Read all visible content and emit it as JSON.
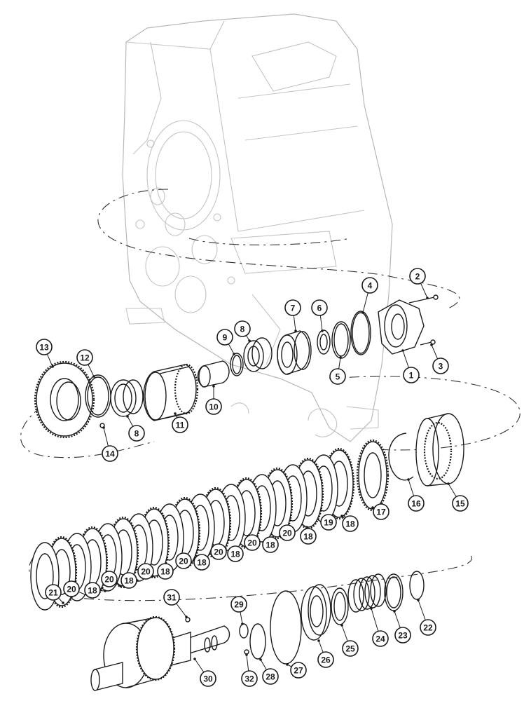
{
  "callouts": [
    {
      "id": "c1",
      "label": "1"
    },
    {
      "id": "c2",
      "label": "2"
    },
    {
      "id": "c3",
      "label": "3"
    },
    {
      "id": "c4",
      "label": "4"
    },
    {
      "id": "c5",
      "label": "5"
    },
    {
      "id": "c6",
      "label": "6"
    },
    {
      "id": "c7",
      "label": "7"
    },
    {
      "id": "c8a",
      "label": "8"
    },
    {
      "id": "c8b",
      "label": "8"
    },
    {
      "id": "c9",
      "label": "9"
    },
    {
      "id": "c10",
      "label": "10"
    },
    {
      "id": "c11",
      "label": "11"
    },
    {
      "id": "c12",
      "label": "12"
    },
    {
      "id": "c13",
      "label": "13"
    },
    {
      "id": "c14",
      "label": "14"
    },
    {
      "id": "c15",
      "label": "15"
    },
    {
      "id": "c16",
      "label": "16"
    },
    {
      "id": "c17",
      "label": "17"
    },
    {
      "id": "c18a",
      "label": "18"
    },
    {
      "id": "c19",
      "label": "19"
    },
    {
      "id": "c18b",
      "label": "18"
    },
    {
      "id": "c20a",
      "label": "20"
    },
    {
      "id": "c18c",
      "label": "18"
    },
    {
      "id": "c20b",
      "label": "20"
    },
    {
      "id": "c18d",
      "label": "18"
    },
    {
      "id": "c20c",
      "label": "20"
    },
    {
      "id": "c18e",
      "label": "18"
    },
    {
      "id": "c20d",
      "label": "20"
    },
    {
      "id": "c18f",
      "label": "18"
    },
    {
      "id": "c20e",
      "label": "20"
    },
    {
      "id": "c18g",
      "label": "18"
    },
    {
      "id": "c20f",
      "label": "20"
    },
    {
      "id": "c18h",
      "label": "18"
    },
    {
      "id": "c20g",
      "label": "20"
    },
    {
      "id": "c18i",
      "label": "18"
    },
    {
      "id": "c20h",
      "label": "20"
    },
    {
      "id": "c21",
      "label": "21"
    },
    {
      "id": "c22",
      "label": "22"
    },
    {
      "id": "c23",
      "label": "23"
    },
    {
      "id": "c24",
      "label": "24"
    },
    {
      "id": "c25",
      "label": "25"
    },
    {
      "id": "c26",
      "label": "26"
    },
    {
      "id": "c27",
      "label": "27"
    },
    {
      "id": "c28",
      "label": "28"
    },
    {
      "id": "c29",
      "label": "29"
    },
    {
      "id": "c30",
      "label": "30"
    },
    {
      "id": "c31",
      "label": "31"
    },
    {
      "id": "c32",
      "label": "32"
    }
  ]
}
